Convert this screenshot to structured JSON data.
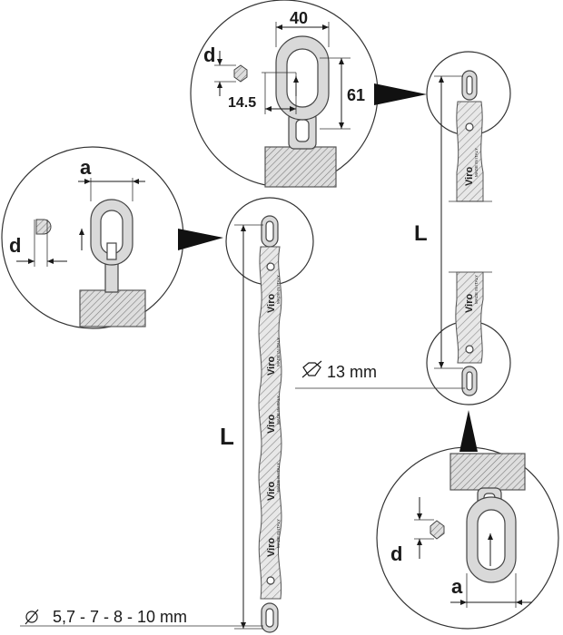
{
  "labels": {
    "dim_40": "40",
    "dim_61": "61",
    "dim_14_5": "14.5",
    "dim_d": "d",
    "dim_a": "a",
    "dim_L": "L",
    "dia_13mm": "13 mm",
    "dia_sizes": "5,7 - 7 - 8 - 10 mm"
  },
  "sleeve_text": {
    "brand": "Viro",
    "origin": "MADE IN ITALY"
  },
  "colors": {
    "line": "#1a1a1a",
    "link_fill": "#d9d9d9",
    "hatch": "#777777"
  },
  "icons": {
    "diameter_symbol": "diameter-icon",
    "hexagon_symbol": "hexagon-diameter-icon"
  }
}
